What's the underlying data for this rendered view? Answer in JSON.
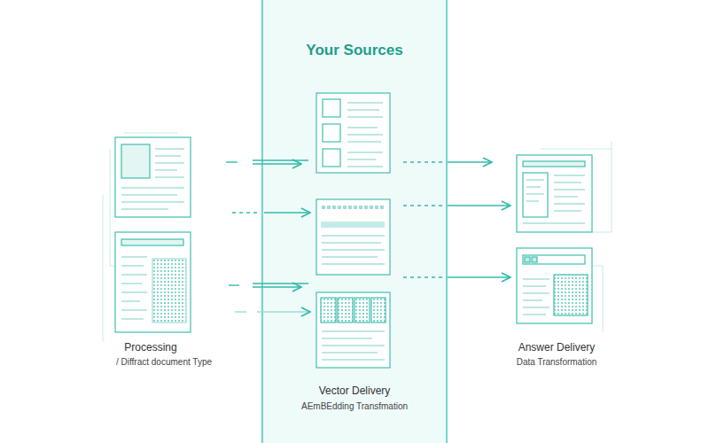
{
  "diagram": {
    "nodes": [
      {
        "text": [
          "Your Sources",
          "Vector Delivery",
          "AEmBEdding Transfmation"
        ]
      }
    ],
    "labels": [
      "Processing",
      "/ Diffract document Type",
      "Answer Delivery",
      "Data Transformation"
    ]
  }
}
